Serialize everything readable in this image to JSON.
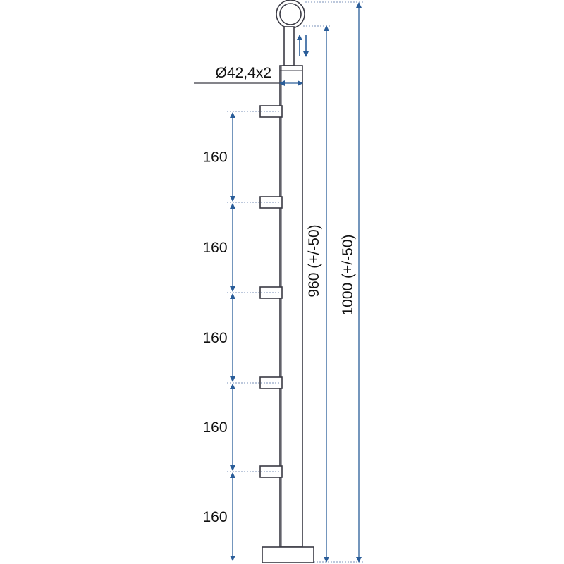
{
  "diagram": {
    "tube_label": "Ø42,4x2",
    "spacing_labels": [
      "160",
      "160",
      "160",
      "160",
      "160"
    ],
    "height_inner_label": "960 (+/-50)",
    "height_total_label": "1000 (+/-50)",
    "colors": {
      "outline": "#3a3a44",
      "tube_fill": "#ffffff",
      "dimension": "#2a5d99",
      "dotted": "#7a92b8",
      "text": "#111111"
    }
  }
}
